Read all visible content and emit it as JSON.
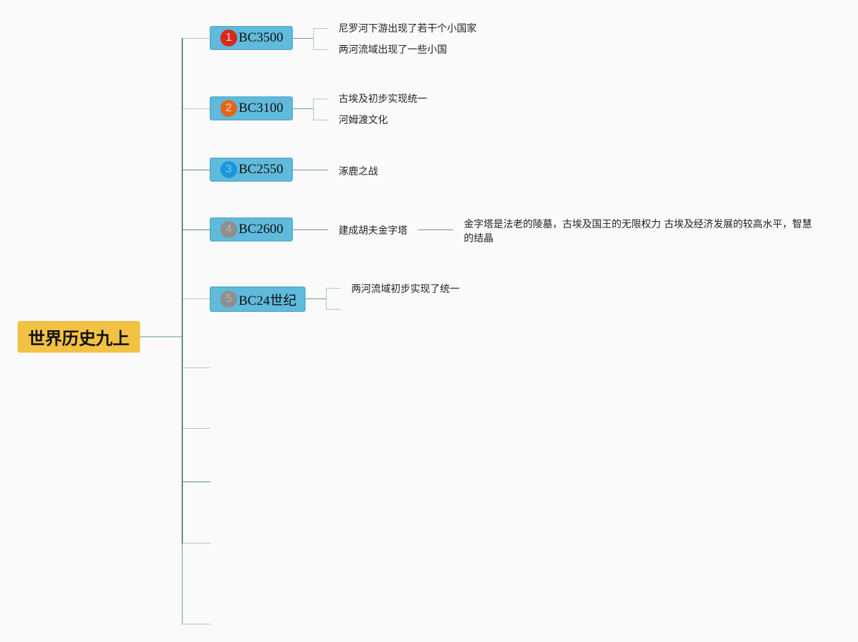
{
  "root": {
    "label": "世界历史九上"
  },
  "topics": [
    {
      "marker": "1",
      "marker_color": "#d62a1e",
      "label": "BC3500",
      "children": [
        "尼罗河下游出现了若干个小国家",
        "两河流域出现了一些小国"
      ]
    },
    {
      "marker": "2",
      "marker_color": "#e2671c",
      "label": "BC3100",
      "children": [
        "古埃及初步实现统一",
        "河姆渡文化"
      ]
    },
    {
      "marker": "3",
      "marker_color": "#1a98dc",
      "label": "BC2550",
      "children": [
        "涿鹿之战"
      ]
    },
    {
      "marker": "4",
      "marker_color": "#8f8f8f",
      "label": "BC2600",
      "children": [
        "建成胡夫金字塔"
      ],
      "detail": "金字塔是法老的陵墓，古埃及国王的无限权力 古埃及经济发展的较高水平，智慧的结晶"
    },
    {
      "marker": "5",
      "marker_color": "#8f8f8f",
      "label": "BC24世纪",
      "children": [
        "两河流域初步实现了统一",
        ""
      ]
    }
  ],
  "colors": {
    "root_fill": "#f3c244",
    "topic_fill": "#5fbadc",
    "connector": "#6f9f8f"
  }
}
